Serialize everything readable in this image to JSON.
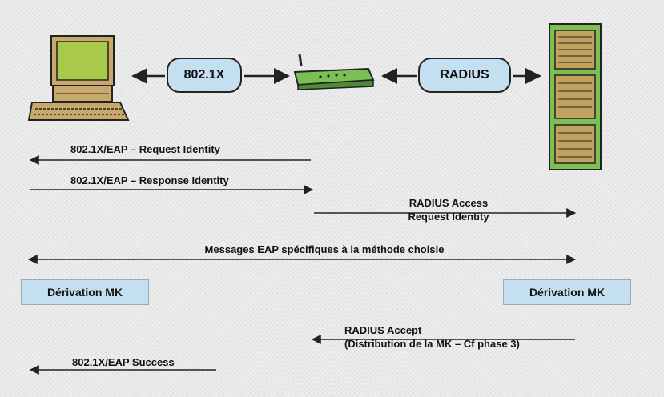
{
  "protocols": {
    "left": "802.1X",
    "right": "RADIUS"
  },
  "messages": {
    "request_identity": "802.1X/EAP – Request Identity",
    "response_identity": "802.1X/EAP – Response Identity",
    "radius_access_line1": "RADIUS Access",
    "radius_access_line2": "Request Identity",
    "eap_specific": "Messages EAP spécifiques à la méthode choisie",
    "radius_accept_line1": "RADIUS Accept",
    "radius_accept_line2": "(Distribution de la MK – Cf phase 3)",
    "eap_success": "802.1X/EAP Success"
  },
  "derivation": {
    "left": "Dérivation MK",
    "right": "Dérivation MK"
  },
  "colors": {
    "box_fill": "#c4dff0",
    "screen_green": "#a8c94a",
    "server_green": "#7bbf55"
  },
  "icons": [
    "computer-icon",
    "access-point-icon",
    "radius-server-icon"
  ]
}
